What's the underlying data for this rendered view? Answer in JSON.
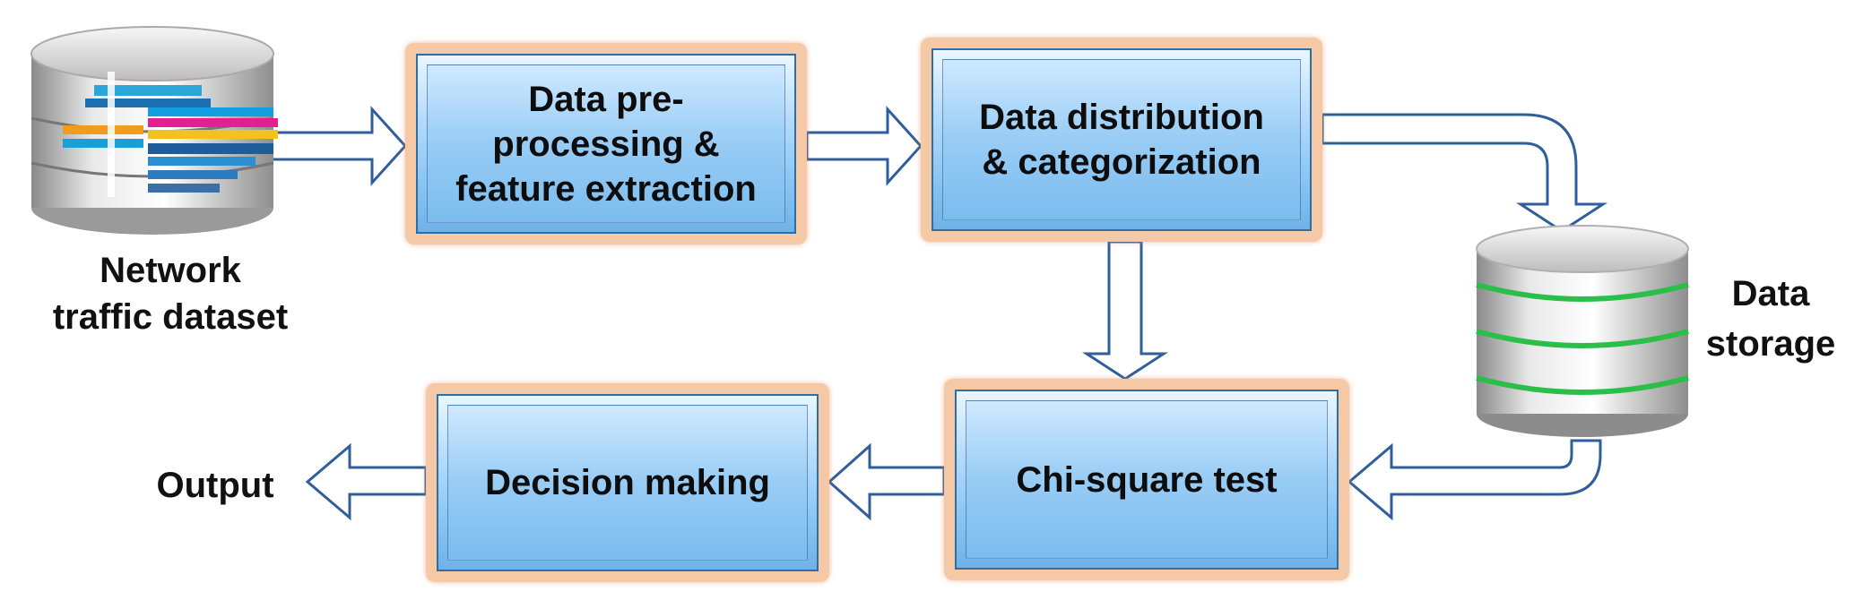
{
  "diagram": {
    "nodes": {
      "network_dataset": {
        "label": "Network\ntraffic dataset"
      },
      "preprocessing": {
        "label": "Data pre-\nprocessing &\nfeature extraction"
      },
      "distribution": {
        "label": "Data distribution\n& categorization"
      },
      "storage": {
        "label": "Data\nstorage"
      },
      "chi_square": {
        "label": "Chi-square test"
      },
      "decision": {
        "label": "Decision making"
      },
      "output": {
        "label": "Output"
      }
    },
    "colors": {
      "box_outer": "#f6c9a6",
      "box_fill": "#8cc6f3",
      "arrow_stroke": "#2f5f9a",
      "storage_ring": "#2bbf4a"
    },
    "icons": {
      "dataset": "database-icon",
      "storage": "storage-cylinder-icon"
    },
    "edges": [
      {
        "from": "network_dataset",
        "to": "preprocessing"
      },
      {
        "from": "preprocessing",
        "to": "distribution"
      },
      {
        "from": "distribution",
        "to": "storage"
      },
      {
        "from": "distribution",
        "to": "chi_square"
      },
      {
        "from": "storage",
        "to": "chi_square"
      },
      {
        "from": "chi_square",
        "to": "decision"
      },
      {
        "from": "decision",
        "to": "output"
      }
    ]
  }
}
